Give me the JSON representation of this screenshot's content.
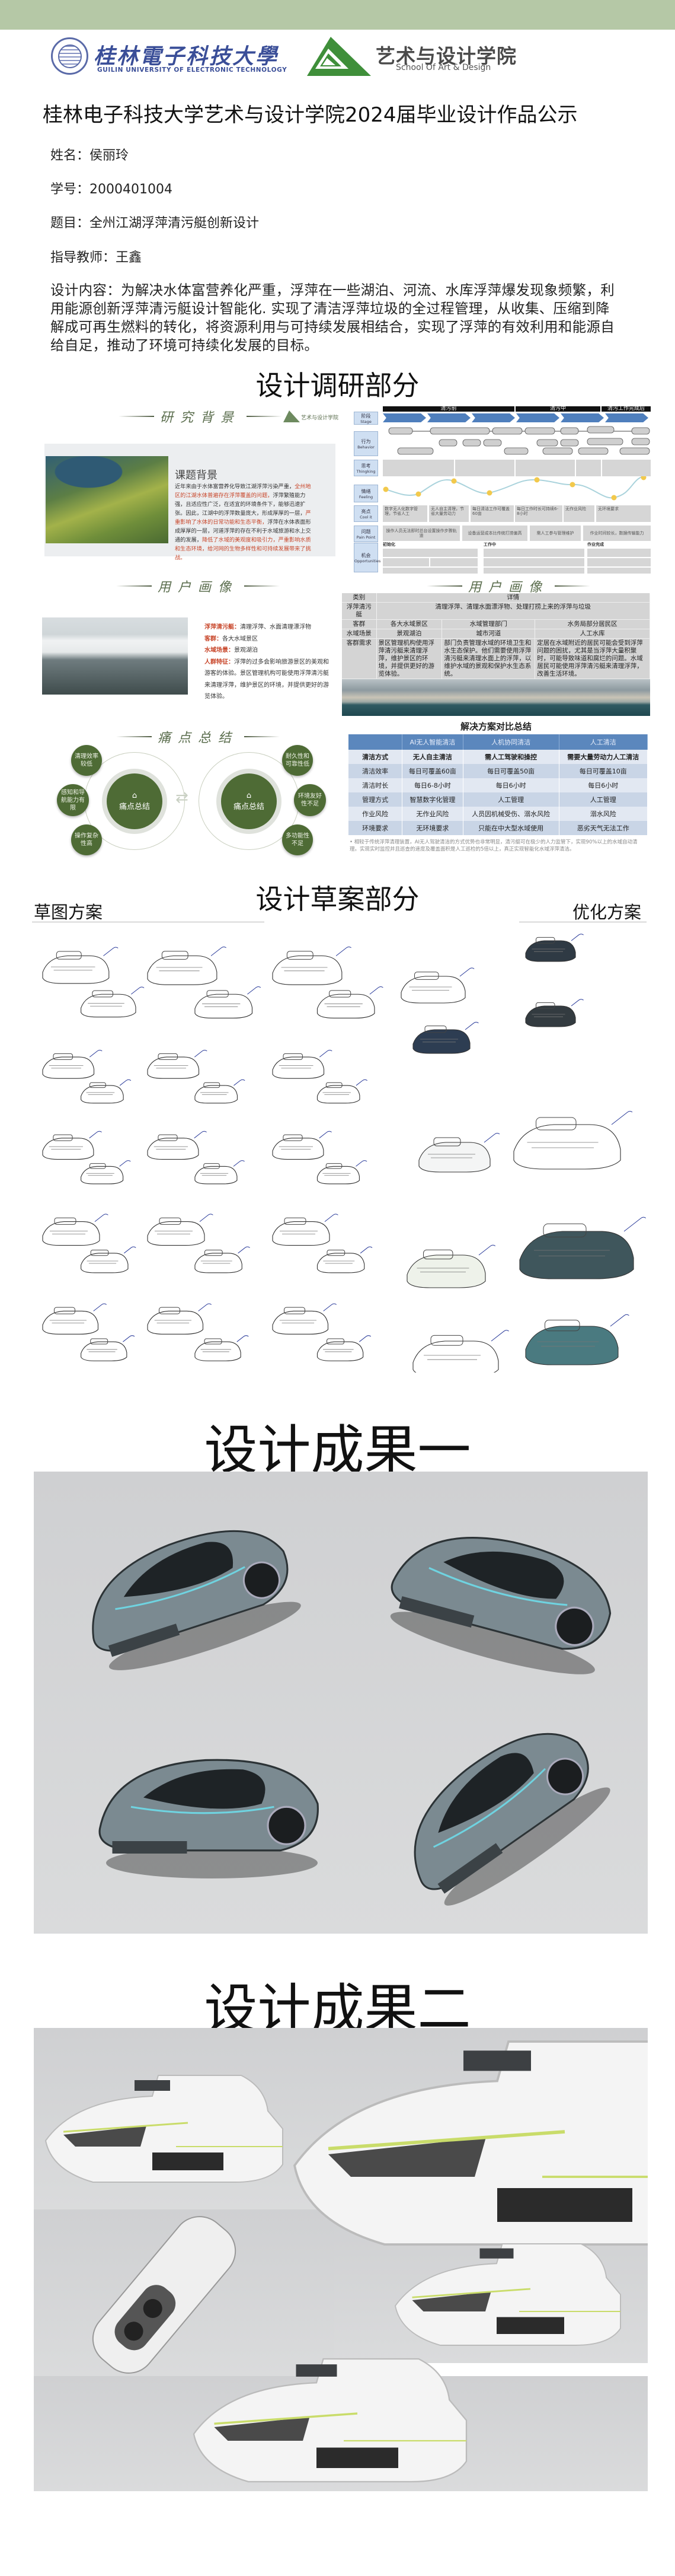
{
  "header": {
    "university_cn": "桂林電子科技大學",
    "university_en": "GUILIN UNIVERSITY OF ELECTRONIC TECHNOLOGY",
    "school_cn": "艺术与设计学院",
    "school_en": "School Of Art & Design",
    "brand_color": "#b5c8a6"
  },
  "title": "桂林电子科技大学艺术与设计学院2024届毕业设计作品公示",
  "info": {
    "name": "姓名：侯丽玲",
    "student_no": "学号：2000401004",
    "topic": "题目：全州江湖浮萍清污艇创新设计",
    "advisor": "指导教师：王鑫",
    "description": "设计内容：为解决水体富营养化严重，浮萍在一些湖泊、河流、水库浮萍爆发现象频繁，利用能源创新浮萍清污艇设计智能化. 实现了清洁浮萍垃圾的全过程管理，从收集、压缩到降解成可再生燃料的转化，将资源利用与可持续发展相结合，实现了浮萍的有效利用和能源自给自足，推动了环境可持续化发展的目标。"
  },
  "research": {
    "section_title": "设计调研部分",
    "background": {
      "ornament_title": "研究背景",
      "heading": "课题背景",
      "text_a": "近年来由于水体富营养化导致江湖浮萍污染严重，",
      "text_b": "全州地区的江湖水体普遍存在浮萍覆盖的问题，",
      "text_c": "浮萍繁殖能力强，且适应性广泛，在适宜的环境条件下，能够迅速扩张。因此，江湖中的浮萍数量庞大，形成厚厚的一层，",
      "text_d": "严重影响了水体的日常功能和生态平衡，",
      "text_e": "浮萍在水体表面形成厚厚的一层，河道浮萍的存在不利于水域旅游和水上交通的发展，",
      "text_f": "降低了水域的美观度和吸引力，严重影响水质和生态环境，给河网的生物多样性和可持续发展带来了挑战。"
    },
    "journey": {
      "phases": [
        "清污前",
        "清污中",
        "清污工作完成后"
      ],
      "rows": [
        {
          "cn": "阶段",
          "en": "Stage"
        },
        {
          "cn": "行为",
          "en": "Behavior"
        },
        {
          "cn": "思考",
          "en": "Thingking"
        },
        {
          "cn": "情绪",
          "en": "Feeling"
        },
        {
          "cn": "亮点",
          "en": "Cool it"
        },
        {
          "cn": "问题",
          "en": "Pain Point"
        },
        {
          "cn": "机会",
          "en": "Opportunities"
        }
      ],
      "cool_points": [
        "数字无人化数字管理，节省人工",
        "无人自主清理，节省大量劳动力",
        "每日清洁工作可覆盖60亩",
        "每日工作时长可持续6-8小时",
        "无作业风险",
        "无环境要求"
      ],
      "pain_points": [
        "操作人员无法即时总台设置操作步骤轨道",
        "设备运营成本比传统打捞偏高",
        "需人工参与管理维护",
        "作业时间较长，数据传输能力"
      ],
      "opportunity_groups": [
        "初始化",
        "工作中",
        "作业完成"
      ]
    },
    "persona_left": {
      "ornament_title": "用户画像",
      "items": [
        {
          "label": "浮萍清污艇：",
          "value": "清理浮萍、水面清理漂浮物"
        },
        {
          "label": "客群：",
          "value": "各大水域景区"
        },
        {
          "label": "水域场景：",
          "value": "景观湖泊"
        },
        {
          "label": "人群特征：",
          "value": "浮萍的过多会影响旅游景区的美观和游客的体验。景区管理机构可能使用浮萍清污艇来清理浮萍，维护景区的环境，并提供更好的游览体验。"
        }
      ]
    },
    "persona_right": {
      "ornament_title": "用户画像",
      "headers": [
        "类别",
        "详情"
      ],
      "product_label": "浮萍清污艇",
      "product_detail": "清理浮萍、清理水面漂浮物、处理打捞上来的浮萍与垃圾",
      "rows": [
        {
          "label": "客群",
          "cells": [
            "各大水域景区",
            "水域管理部门",
            "水务局部分居民区"
          ]
        },
        {
          "label": "水域场景",
          "cells": [
            "景观湖泊",
            "城市河道",
            "人工水库"
          ]
        },
        {
          "label": "客群需求",
          "cells": [
            "景区管理机构使用浮萍清污艇来清理浮萍，维护景区的环境，并提供更好的游览体验。",
            "部门负责管理水域的环境卫生和水生态保护。他们需要使用浮萍清污艇来清理水面上的浮萍，以维护水域的景观和保护水生态系统。",
            "定居在水域附近的居民可能会受到浮萍问题的困扰，尤其是当浮萍大量积聚时，可能导致味道和腐烂的问题。水域居民可能使用浮萍清污艇来清理浮萍，改善生活环境。"
          ]
        }
      ]
    },
    "pain_summary": {
      "ornament_title": "痛点总结",
      "center_label": "痛点总结",
      "left_nodes": [
        "清理效率较低",
        "感知和导航能力有限",
        "操作复杂性高"
      ],
      "right_nodes": [
        "耐久性和可靠性低",
        "环境友好性不足",
        "多功能性不足"
      ]
    },
    "solution": {
      "title": "解决方案对比总结",
      "columns": [
        "",
        "AI无人智能清洁",
        "人机协同清洁",
        "人工清洁"
      ],
      "rows": [
        [
          "清洁方式",
          "无人自主清洁",
          "需人工驾驶和操控",
          "需要大量劳动力人工清洁"
        ],
        [
          "清洁效率",
          "每日可覆盖60亩",
          "每日可覆盖50亩",
          "每日可覆盖10亩"
        ],
        [
          "清洁时长",
          "每日6-8小时",
          "每日6小时",
          "每日6小时"
        ],
        [
          "管理方式",
          "智慧数字化管理",
          "人工管理",
          "人工管理"
        ],
        [
          "作业风险",
          "无作业风险",
          "人员因机械受伤、溺水风险",
          "溺水风险"
        ],
        [
          "环境要求",
          "无环境要求",
          "只能在中大型水域使用",
          "恶劣天气无法工作"
        ]
      ],
      "note": "相较于传统浮萍清理装置，AI无人驾驶清洁的方式优势也非常明显，清污艇可在极少的人力监管下，实现90%以上的水域自动清理。实现实时监控并且巡查的速度及覆盖面积是人工巡检的5倍以上，真正实现智能化水域浮萍清洁。"
    }
  },
  "sketch": {
    "section_title": "设计草案部分",
    "left_label": "草图方案",
    "right_label": "优化方案"
  },
  "result1": {
    "title": "设计成果一"
  },
  "result2": {
    "title": "设计成果二"
  }
}
